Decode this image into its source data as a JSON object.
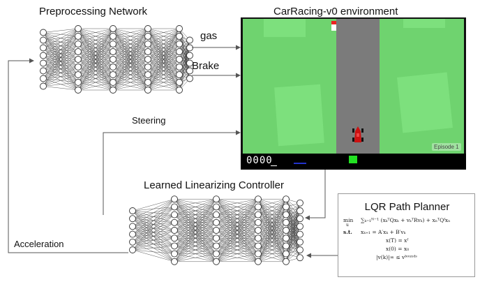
{
  "labels": {
    "preprocessing_title": "Preprocessing Network",
    "environment_title": "CarRacing-v0 environment",
    "gas": "gas",
    "brake": "Brake",
    "steering": "Steering",
    "controller_title": "Learned Linearizing Controller",
    "acceleration": "Acceleration",
    "lqr_title": "LQR Path Planner"
  },
  "lqr": {
    "min": "min",
    "min_sub": "u",
    "st": "s.t.",
    "line1": "∑ₖ₌₁ᴺ⁻¹ (xₖᵀQxₖ + vₖᵀRvₖ) + xₙᵀQᶠxₙ",
    "line2": "xₖ₊₁ = A′xₖ + B′vₖ",
    "line3": "x(T) = xᶠ",
    "line4": "x(0) = x₀",
    "line5": "|v(k)|∞ ≤ vᵇᵒᵘⁿᵈˢ"
  },
  "game": {
    "score": "0000",
    "episode": "Episode 1"
  },
  "networks": {
    "preprocessing": {
      "layers": [
        8,
        9,
        9,
        9,
        9,
        6
      ]
    },
    "controller": {
      "layers": [
        6,
        9,
        9,
        9,
        9,
        8
      ]
    }
  },
  "colors": {
    "grass": "#6fd36f",
    "grass_patch": "#7de07d",
    "road": "#7b7b7b",
    "indicator": "#22e022",
    "car": "#cc1111"
  }
}
